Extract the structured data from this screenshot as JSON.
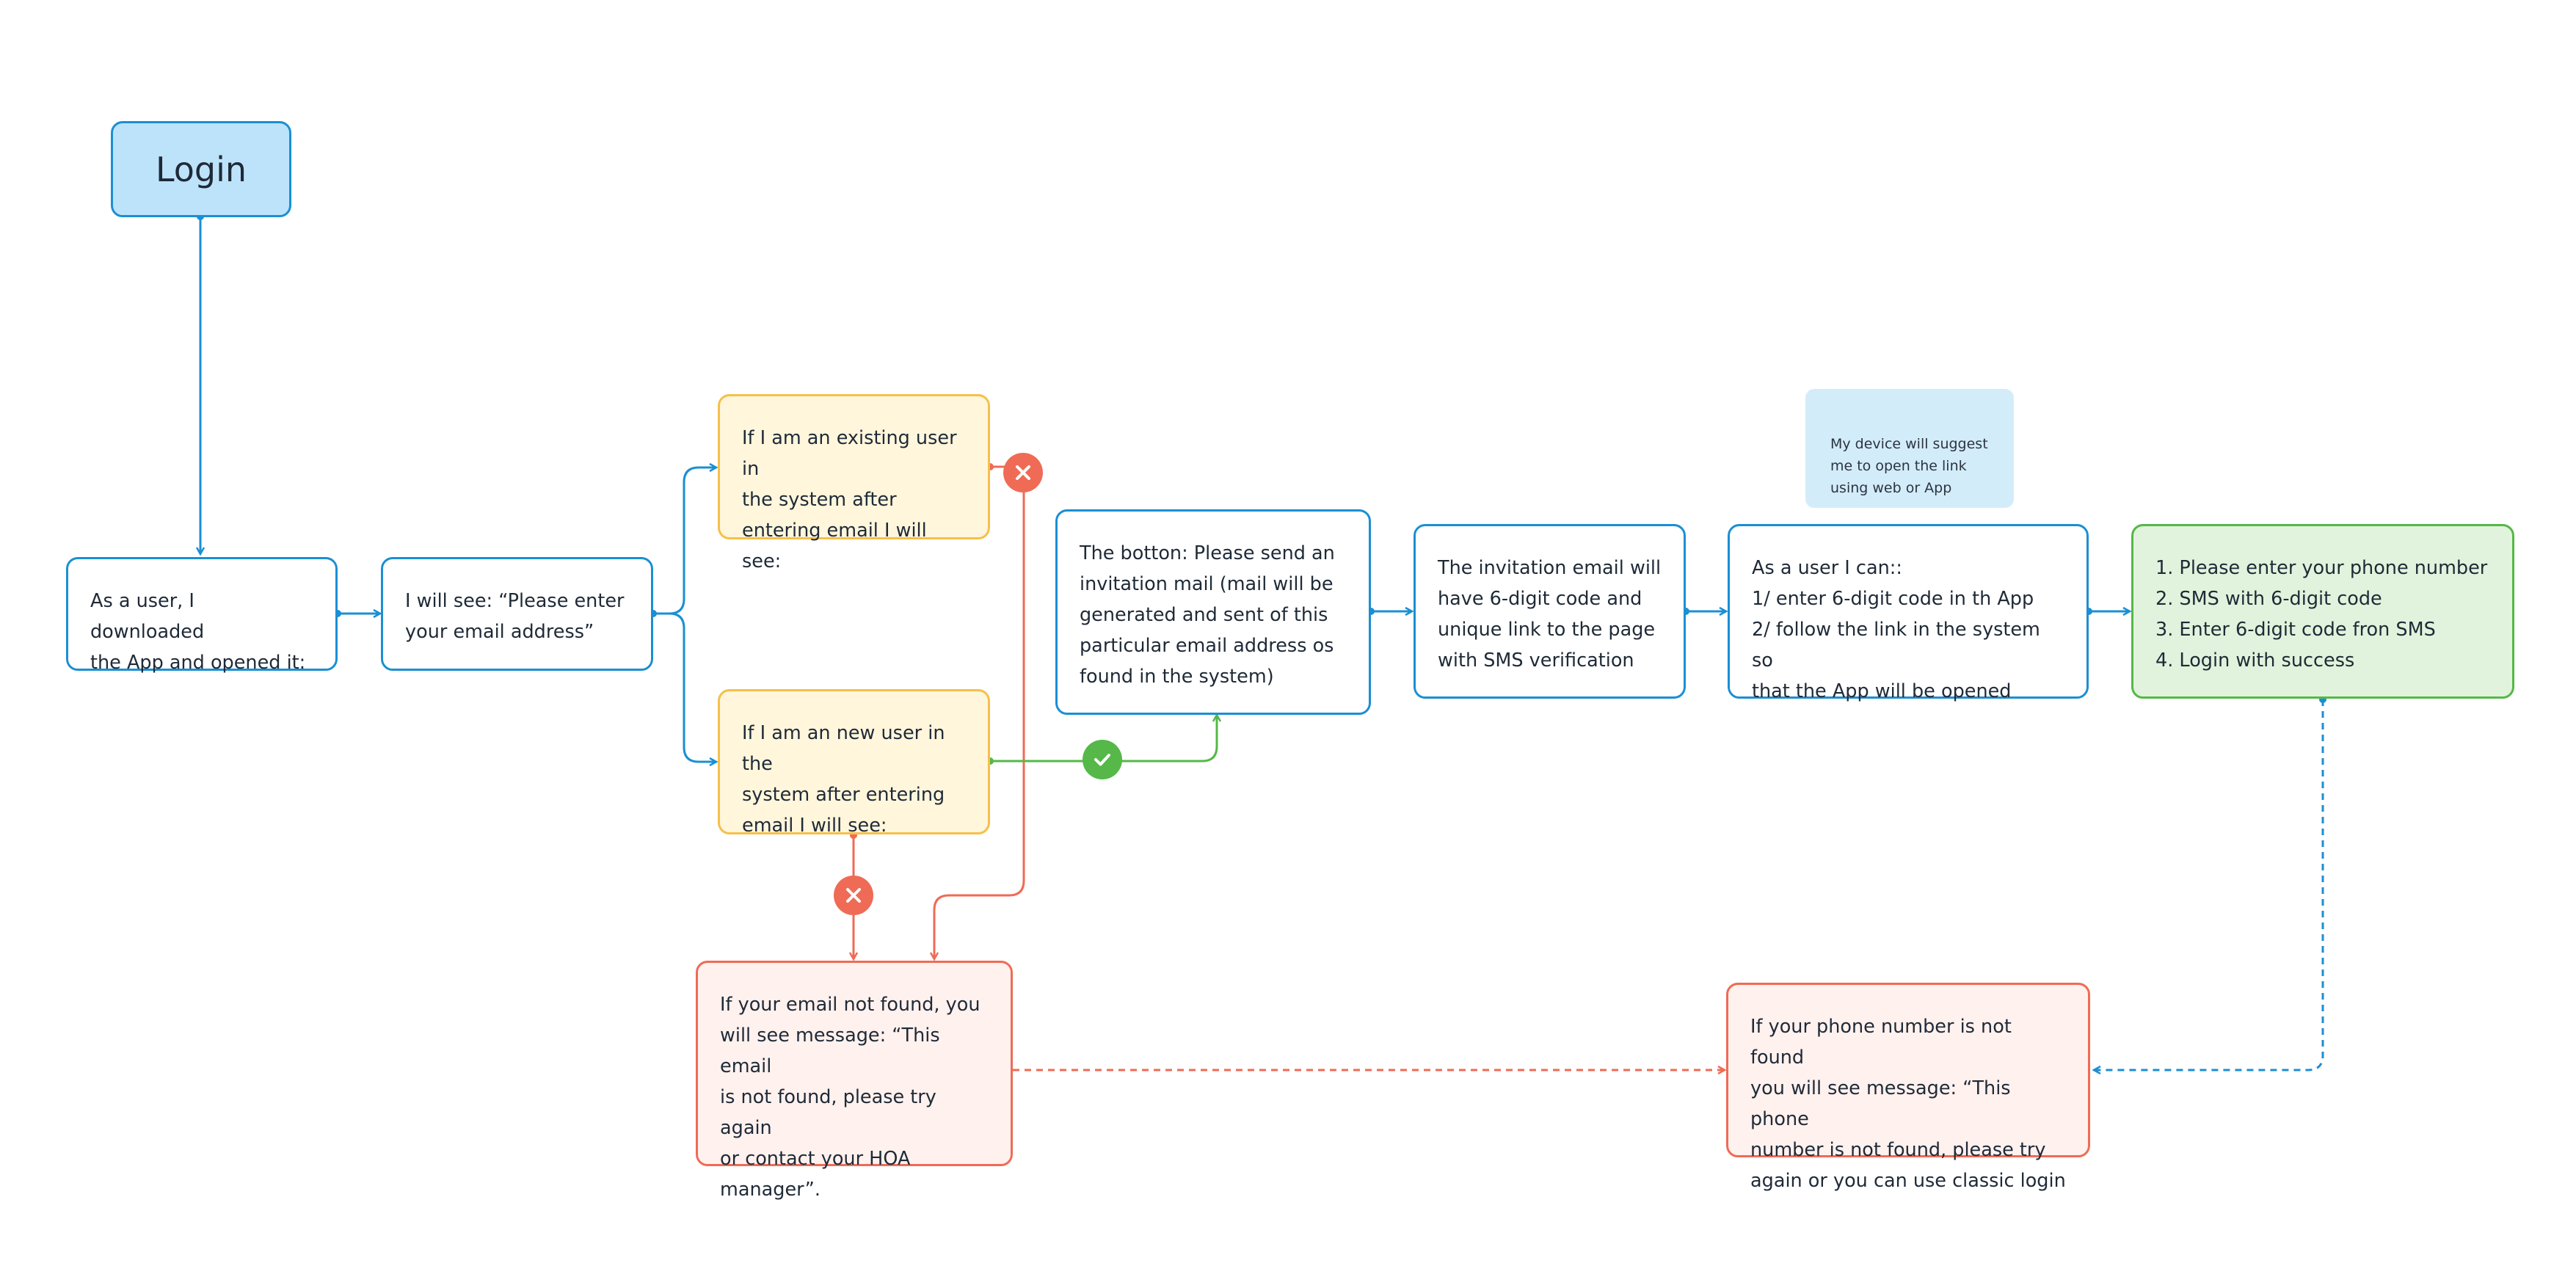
{
  "colors": {
    "blue": "#1b8fd3",
    "yellow": "#f5c04a",
    "yellow_fill": "#fff6dc",
    "red": "#ef6b55",
    "red_fill": "#fff1ee",
    "green": "#55b848",
    "green_fill": "#e1f3dc",
    "login_fill": "#bde3fb",
    "note_fill": "#d3ecfa"
  },
  "nodes": {
    "login": "Login",
    "downloaded": "As a user, I downloaded\nthe App and opened it:",
    "enter_email": "I will see: “Please enter\nyour email address”",
    "existing_user": "If I am an existing user in\nthe system after\nentering email I will see:",
    "new_user": "If I am an new user in the\nsystem after entering\nemail I will see:",
    "invite_button": "The botton: Please send an\ninvitation mail (mail will be\ngenerated and sent of this\nparticular email address os\nfound in the system)",
    "invitation_email": "The invitation email will\nhave 6-digit code and\nunique link to the page\nwith SMS verification",
    "user_can": "As a user I can::\n1/ enter 6-digit code in th App\n2/ follow the link in the system so\nthat the App will be opened",
    "sms_steps": "1. Please enter your phone number\n2. SMS with 6-digit code\n3. Enter 6-digit code fron SMS\n4. Login with success",
    "email_not_found": "If your email not found, you\nwill see message: “This email\nis not found, please try again\nor contact your HOA\nmanager”.",
    "phone_not_found": "If your phone number is not found\nyou will see message: “This phone\nnumber is not found, please try\nagain or you can use classic login"
  },
  "note": "My device will suggest\nme to open the link\nusing web or App",
  "badges": {
    "existing_fail": "close-icon",
    "new_success": "check-icon",
    "new_fail": "close-icon"
  }
}
